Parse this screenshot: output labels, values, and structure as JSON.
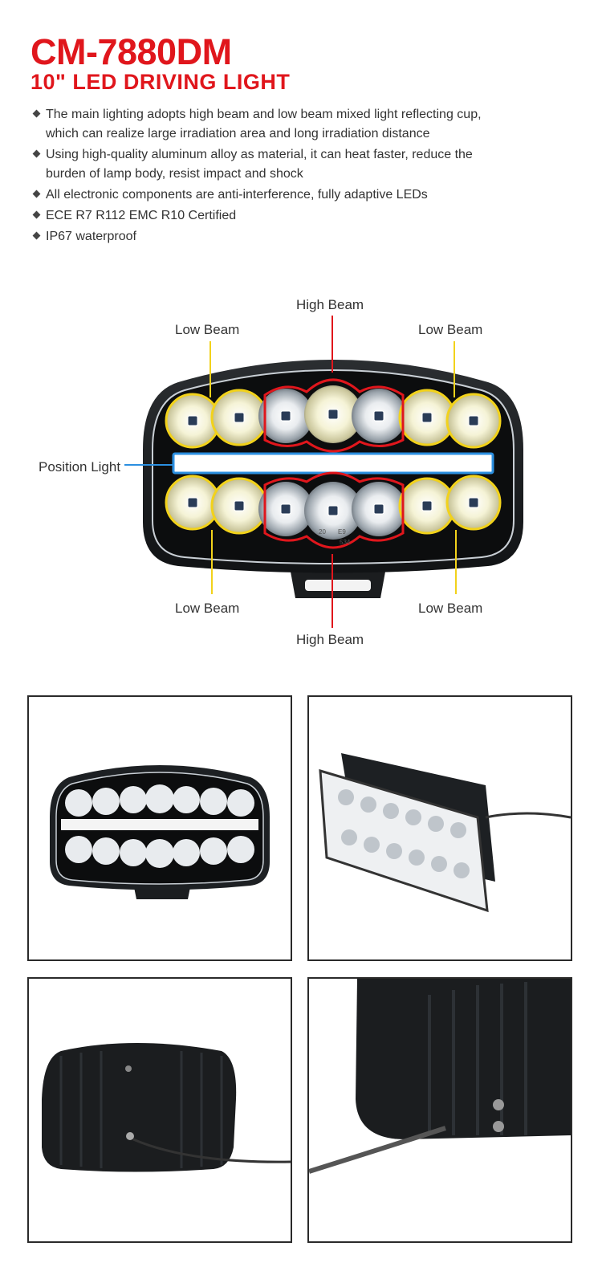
{
  "header": {
    "model": "CM-7880DM",
    "product": "10\" LED DRIVING LIGHT"
  },
  "features": [
    "The main lighting adopts high beam and low beam mixed light reflecting cup, which can realize large irradiation area and long irradiation distance",
    "Using high-quality aluminum alloy as material, it can heat faster, reduce the burden of lamp body, resist impact and shock",
    "All electronic components are anti-interference, fully adaptive LEDs",
    "ECE R7 R112  EMC R10 Certified",
    "IP67 waterproof"
  ],
  "diagram": {
    "high_beam_top": "High Beam",
    "high_beam_bottom": "High Beam",
    "low_beam_top_left": "Low Beam",
    "low_beam_top_right": "Low Beam",
    "low_beam_bottom_left": "Low Beam",
    "low_beam_bottom_right": "Low Beam",
    "position_light": "Position Light",
    "lens_markings": [
      "20",
      "E9",
      "534"
    ]
  },
  "colors": {
    "brand_red": "#e0161c",
    "low_beam_outline": "#f2d21b",
    "high_beam_outline": "#e0161c",
    "position_light_line": "#2b8fe0"
  },
  "photos": [
    {
      "name": "front-view",
      "icon": "lamp-front"
    },
    {
      "name": "angled-view",
      "icon": "lamp-angled"
    },
    {
      "name": "rear-view",
      "icon": "lamp-rear"
    },
    {
      "name": "rear-closeup",
      "icon": "lamp-closeup"
    }
  ]
}
